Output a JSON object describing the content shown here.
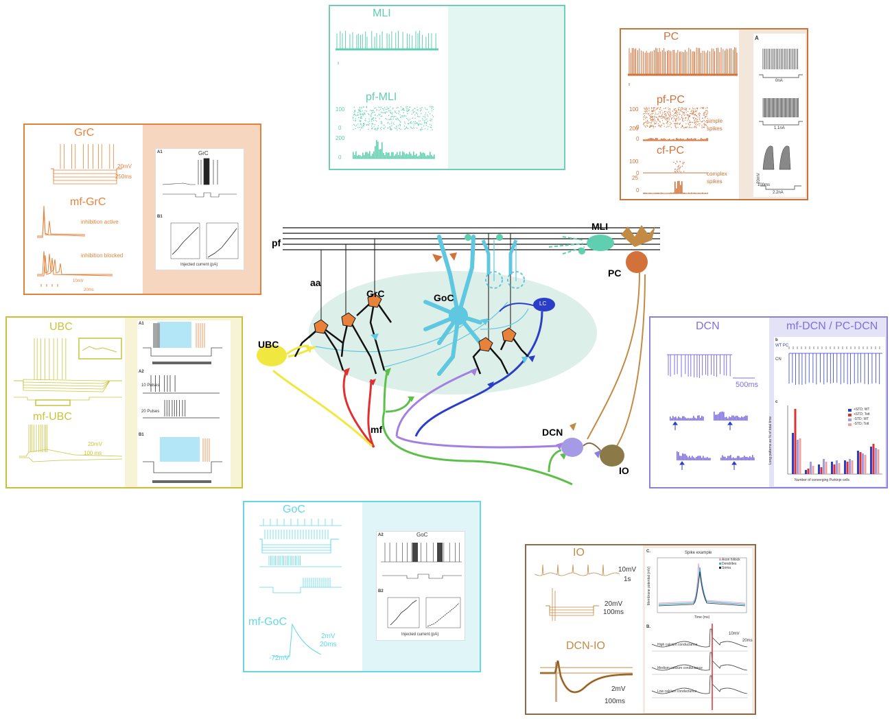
{
  "colors": {
    "grc": "#e8823a",
    "grc_bg": "#f7d6c0",
    "mli": "#5fcfb0",
    "mli_border": "#6fcfb6",
    "mli_bg": "#e3f6f1",
    "pc": "#d2713a",
    "pc_border": "#c8733a",
    "pc_bg": "#f3e7dc",
    "ubc": "#c9c43a",
    "ubc_border": "#c8c03a",
    "ubc_bg": "#f6f3d6",
    "dcn": "#7f6fe0",
    "dcn_border": "#8b80d8",
    "dcn_bg": "#e4e2f6",
    "goc": "#5fd8e8",
    "goc_border": "#66d6e6",
    "goc_bg": "#dff5f8",
    "io": "#c38a45",
    "io_border": "#8b6b47",
    "io_bg": "#f3ebe2",
    "network_bg": "#dcefe8",
    "goc_cell": "#5fc8e0",
    "mf_red": "#e03030",
    "mf_green": "#5cbf4a",
    "mf_purple": "#a27fe0",
    "mf_blue": "#2b3ec8",
    "ubc_yellow": "#f0e840"
  },
  "network": {
    "labels": {
      "pf": "pf",
      "aa": "aa",
      "grc": "GrC",
      "goc": "GoC",
      "mli": "MLI",
      "pc": "PC",
      "ubc": "UBC",
      "mf": "mf",
      "dcn": "DCN",
      "io": "IO",
      "lc": "LC"
    }
  },
  "panels": {
    "mli": {
      "title": "MLI",
      "sub": "pf-MLI",
      "y_top": "100",
      "y_mid": "0",
      "y_count": "200",
      "y_zero": "0"
    },
    "pc": {
      "title": "PC",
      "sub1": "pf-PC",
      "sub2": "cf-PC",
      "simple": "simple\nspikes",
      "complex": "complex\nspikes",
      "ticks": [
        "100",
        "0",
        "200",
        "0",
        "100",
        "0",
        "25",
        "0"
      ],
      "inset": {
        "label": "A",
        "i1": "0nA",
        "i2": "1.1nA",
        "i3": "2.2nA",
        "scale_v": "20mV",
        "scale_t": "100ms"
      }
    },
    "grc": {
      "title": "GrC",
      "sub": "mf-GrC",
      "scale_v": "20mV",
      "scale_t": "250ms",
      "inh_active": "inhibition active",
      "inh_blocked": "inhibition blocked",
      "scale2_v": "10mV",
      "scale2_t": "20ms",
      "inset": {
        "title": "GrC",
        "a1": "A1",
        "b1": "B1",
        "xlabel": "Injected current (pA)"
      }
    },
    "ubc": {
      "title": "UBC",
      "sub": "mf-UBC",
      "scale_v": "20mV",
      "scale_t": "100 ms",
      "inset": {
        "a1": "A1",
        "a2": "A2",
        "b1": "B1",
        "p10": "10 Pulses",
        "p20": "20 Pulses"
      }
    },
    "dcn": {
      "title": "DCN",
      "title2": "mf-DCN / PC-DCN",
      "scale_t": "500ms",
      "inset": {
        "b": "b",
        "c": "c",
        "cn": "CN",
        "wtpc": "WT PC",
        "xlabel": "Number of converging Purkinje cells",
        "ylabel": "Long patterns as % of total time",
        "legend": [
          "+STD; WT",
          "+STD; Tott",
          "-STD; WT",
          "-STD; Tott"
        ]
      }
    },
    "goc": {
      "title": "GoC",
      "sub": "mf-GoC",
      "scale_v": "2mV",
      "scale_t": "20ms",
      "vrest": "-72mV",
      "inset": {
        "a2": "A2",
        "b2": "B2",
        "title": "GoC",
        "xlabel": "Injected current (pA)"
      }
    },
    "io": {
      "title": "IO",
      "sub": "DCN-IO",
      "scale1_v": "10mV",
      "scale1_t": "1s",
      "scale2_v": "20mV",
      "scale2_t": "100ms",
      "scale3_v": "2mV",
      "scale3_t": "100ms",
      "inset": {
        "c": "C.",
        "b": "B.",
        "title": "Spike example",
        "legend": [
          "Axon hillock",
          "Dendrites",
          "Soma"
        ],
        "xlabel": "Time (ms)",
        "ylabel": "Membrane potential (mV)",
        "high": "High calcium conductance",
        "medium": "Medium calcium conductance",
        "low": "Low calcium conductance",
        "scale_v": "10mV",
        "scale_t": "20ms"
      }
    }
  }
}
